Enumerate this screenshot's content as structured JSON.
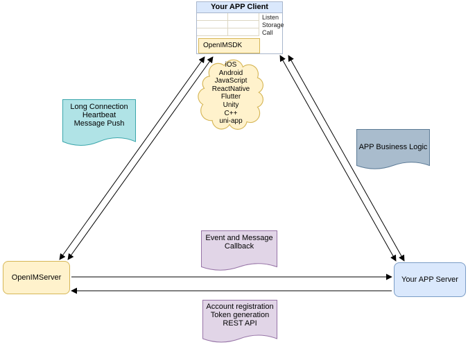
{
  "colors": {
    "blue_fill": "#dae8fc",
    "blue_stroke": "#7a9cc6",
    "yellow_fill": "#fff2cc",
    "yellow_stroke": "#d6b656",
    "teal_fill": "#b0e3e6",
    "teal_stroke": "#3aa6ab",
    "slate_fill": "#a9bccd",
    "slate_stroke": "#5b7a96",
    "purple_fill": "#e1d5e7",
    "purple_stroke": "#9673a6",
    "arrow": "#000000"
  },
  "client": {
    "title": "Your APP Client",
    "interface_rows": [
      "Listen",
      "Storage",
      "Call"
    ],
    "sdk_label": "OpenIMSDK"
  },
  "platform_cloud": {
    "platforms": [
      "iOS",
      "Android",
      "JavaScript",
      "ReactNative",
      "Flutter",
      "Unity",
      "C++",
      "uni-app"
    ]
  },
  "callouts": {
    "long_connection": {
      "lines": [
        "Long Connection",
        "Heartbeat",
        "Message Push"
      ]
    },
    "business_logic": {
      "lines": [
        "APP Business Logic"
      ]
    },
    "event_callback": {
      "lines": [
        "Event and Message",
        "Callback"
      ]
    },
    "account_rest": {
      "lines": [
        "Account registration",
        "Token generation",
        "REST API"
      ]
    }
  },
  "nodes": {
    "openim_server": "OpenIMServer",
    "app_server": "Your APP Server"
  }
}
